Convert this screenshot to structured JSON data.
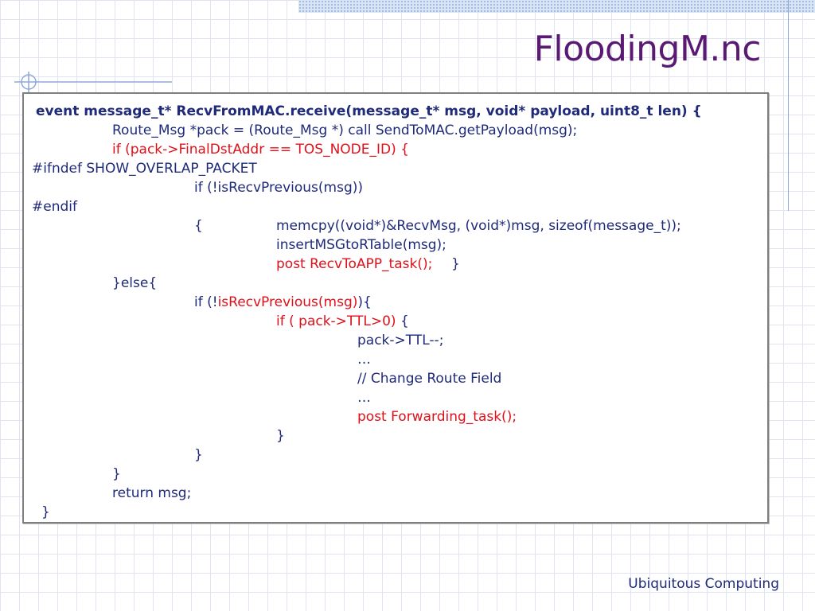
{
  "slide": {
    "title": "FloodingM.nc",
    "footer": "Ubiquitous Computing"
  },
  "code": {
    "l1": "event message_t* RecvFromMAC.receive(message_t* msg, void* payload, uint8_t len) {",
    "l2": "Route_Msg *pack = (Route_Msg *) call SendToMAC.getPayload(msg);",
    "l3": "if (pack->FinalDstAddr == TOS_NODE_ID) {",
    "l4": "#ifndef SHOW_OVERLAP_PACKET",
    "l5": "if (!isRecvPrevious(msg))",
    "l6": "#endif",
    "l7a": "{",
    "l7b": "memcpy((void*)&RecvMsg, (void*)msg, sizeof(message_t));",
    "l8": "insertMSGtoRTable(msg);",
    "l9a": "post RecvToAPP_task();",
    "l9b": "}",
    "l10": "}else{",
    "l11a": "if (!",
    "l11b": "isRecvPrevious(msg)",
    "l11c": "){",
    "l12a": "if ( pack->TTL>0)",
    "l12b": " {",
    "l13": "pack->TTL--;",
    "l14": "…",
    "l15": "// Change Route Field",
    "l16": "…",
    "l17": "post Forwarding_task();",
    "l18": "}",
    "l19": "}",
    "l20": "}",
    "l21": "return msg;",
    "l22": "}"
  }
}
